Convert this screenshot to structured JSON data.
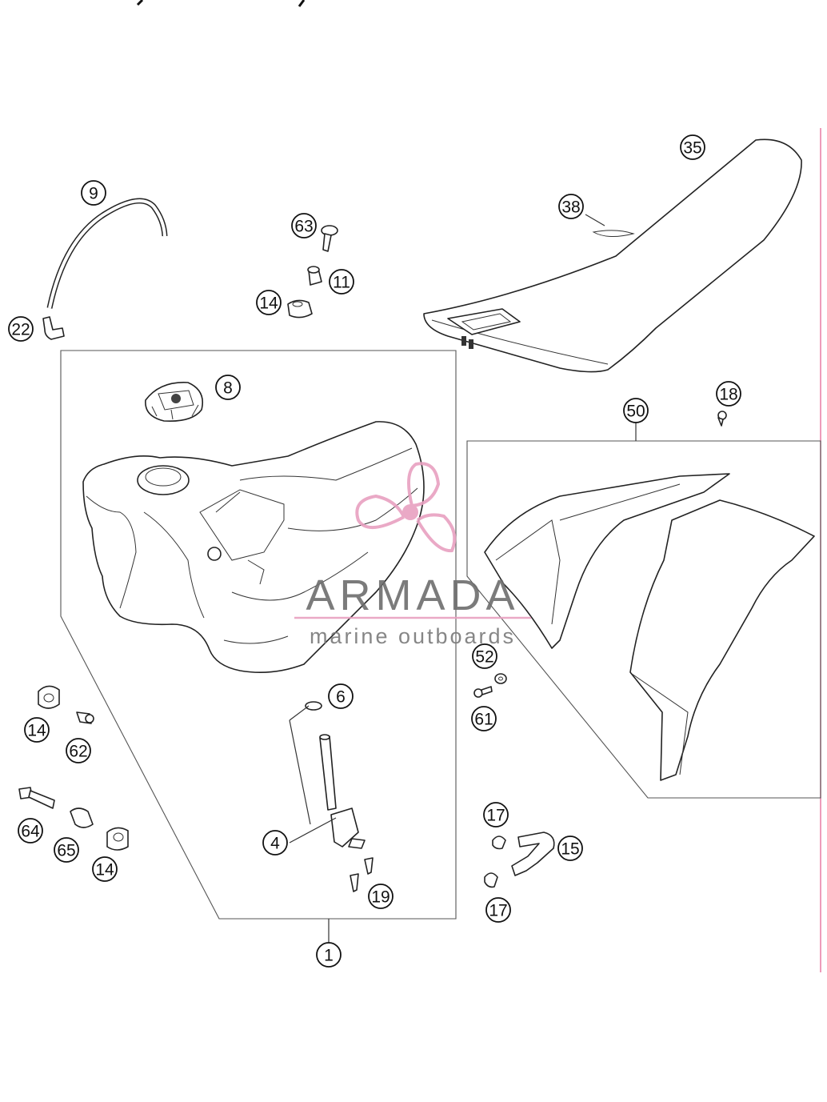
{
  "callouts": {
    "c35": "35",
    "c38": "38",
    "c9": "9",
    "c22": "22",
    "c63": "63",
    "c11": "11",
    "c14a": "14",
    "c8": "8",
    "c18": "18",
    "c50": "50",
    "c52": "52",
    "c61": "61",
    "c6": "6",
    "c14b": "14",
    "c62": "62",
    "c64": "64",
    "c65": "65",
    "c14c": "14",
    "c4": "4",
    "c19": "19",
    "c17a": "17",
    "c15": "15",
    "c17b": "17",
    "c1": "1"
  },
  "watermark": {
    "brand": "ARMADA",
    "tagline": "marine outboards",
    "brand_color": "#e8a0c0"
  },
  "colors": {
    "line": "#222222",
    "margin_rule": "#e87ba4"
  }
}
